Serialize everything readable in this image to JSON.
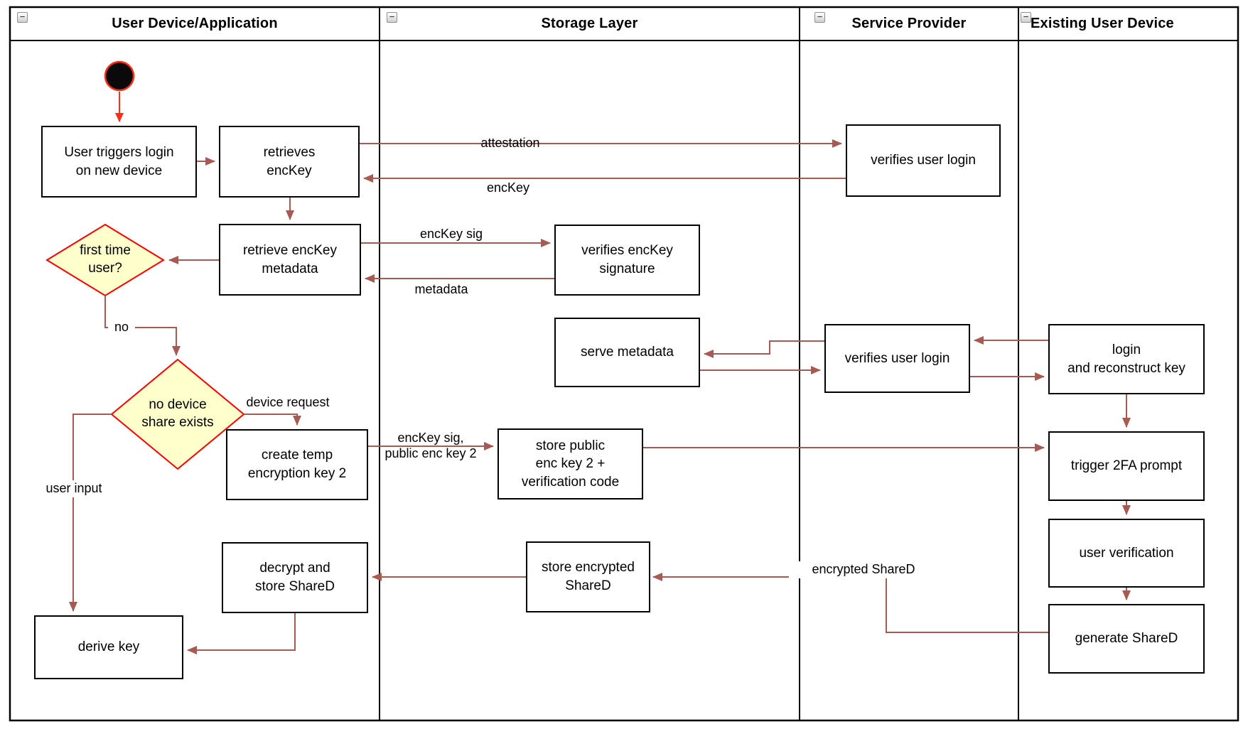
{
  "icons": {
    "collapse": "−"
  },
  "lanes": [
    {
      "title": "User Device/Application"
    },
    {
      "title": "Storage Layer"
    },
    {
      "title": "Service Provider"
    },
    {
      "title": "Existing User Device"
    }
  ],
  "nodes": {
    "start": "",
    "user_triggers": "User triggers login\non new device",
    "retrieves_enckey": "retrieves\nencKey",
    "retrieve_enckey_metadata": "retrieve encKey\nmetadata",
    "first_time_user": "first time\nuser?",
    "no_device_share": "no device\nshare exists",
    "create_temp_key": "create temp\nencryption key 2",
    "decrypt_store_shared": "decrypt and\nstore ShareD",
    "derive_key": "derive key",
    "verifies_enckey_signature": "verifies encKey\nsignature",
    "serve_metadata": "serve metadata",
    "store_public_key": "store public\nenc key 2 +\nverification code",
    "store_encrypted_shared": "store encrypted\nShareD",
    "verifies_user_login_top": "verifies user login",
    "verifies_user_login_mid": "verifies user login",
    "login_reconstruct": "login\nand reconstruct key",
    "trigger_2fa": "trigger 2FA prompt",
    "user_verification": "user verification",
    "generate_shared": "generate ShareD"
  },
  "edge_labels": {
    "attestation": "attestation",
    "enckey": "encKey",
    "enckey_sig": "encKey sig",
    "metadata": "metadata",
    "no": "no",
    "device_request": "device request",
    "enckey_sig_public": "encKey sig,\npublic enc key 2",
    "user_input": "user input",
    "encrypted_shared": "encrypted ShareD"
  },
  "colors": {
    "flow_arrow": "#a85a52",
    "accent_red": "#ff2d16",
    "diamond_border": "#ff0000",
    "diamond_fill": "#ffffcc",
    "shape_border": "#000000",
    "background": "#ffffff"
  }
}
